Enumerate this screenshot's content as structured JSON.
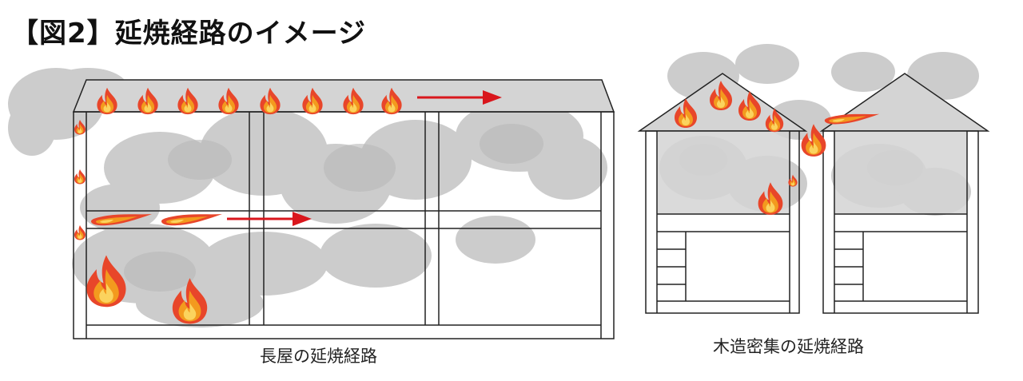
{
  "title": "【図2】延焼経路のイメージ",
  "captions": {
    "row_house": "長屋の延焼経路",
    "wooden_dense": "木造密集の延焼経路"
  },
  "colors": {
    "smoke": "#cccccc",
    "smoke_dark": "#b8b8b8",
    "roof_fill": "#d4d4d4",
    "line": "#222222",
    "arrow": "#d9161c",
    "flame_outer": "#e8462a",
    "flame_mid": "#f39a1e",
    "flame_inner": "#fbd35e"
  }
}
